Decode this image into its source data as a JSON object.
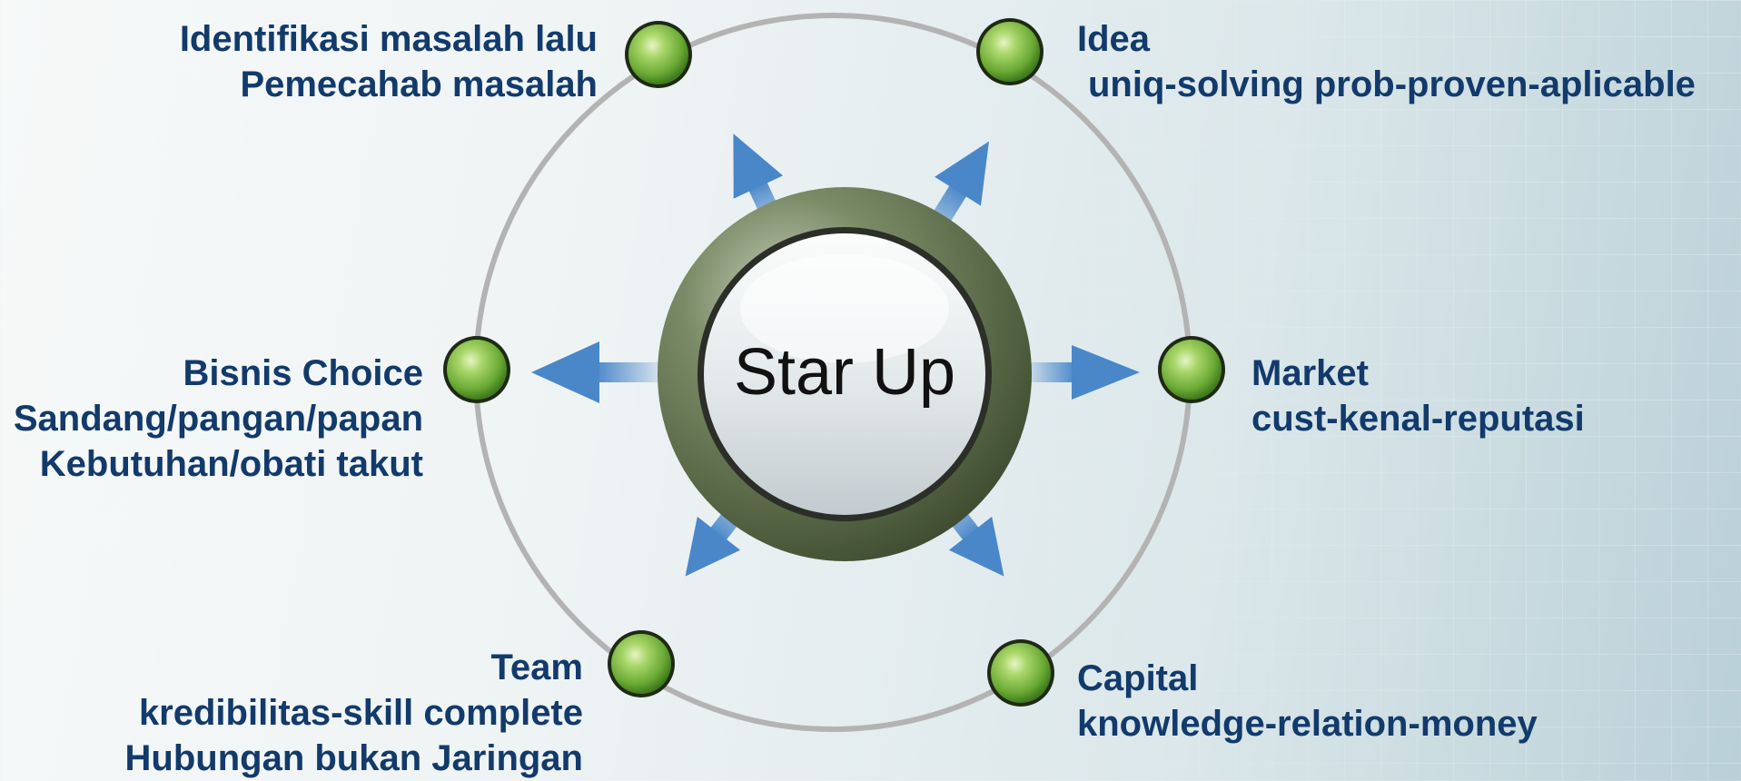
{
  "center": {
    "title": "Star Up"
  },
  "nodes": [
    {
      "id": "identifikasi",
      "lines": [
        "Identifikasi masalah lalu",
        "Pemecahab masalah"
      ]
    },
    {
      "id": "idea",
      "lines": [
        "Idea",
        "uniq-solving prob-proven-aplicable"
      ]
    },
    {
      "id": "bisnis",
      "lines": [
        "Bisnis Choice",
        "Sandang/pangan/papan",
        "Kebutuhan/obati takut"
      ]
    },
    {
      "id": "market",
      "lines": [
        "Market",
        "cust-kenal-reputasi"
      ]
    },
    {
      "id": "team",
      "lines": [
        "Team",
        "kredibilitas-skill complete",
        "Hubungan bukan Jaringan"
      ]
    },
    {
      "id": "capital",
      "lines": [
        "Capital",
        "knowledge-relation-money"
      ]
    }
  ],
  "colors": {
    "text": "#123a6b",
    "ring": "#b3b3b3",
    "arrow": "#4a87c9",
    "node": "#7db542",
    "hub": "#5c6e4a"
  }
}
